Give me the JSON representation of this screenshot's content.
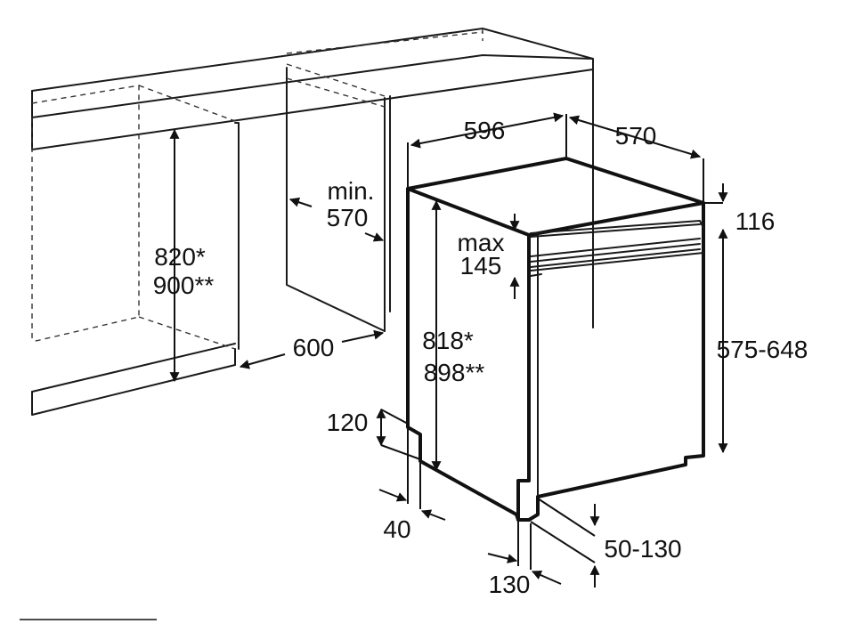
{
  "dimensions": {
    "width": "596",
    "depth": "570",
    "worktop_gap": "116",
    "niche_depth_min_label": "min.",
    "niche_depth_min_value": "570",
    "panel_gap_max_label": "max",
    "panel_gap_max_value": "145",
    "niche_height_1": "820*",
    "niche_height_2": "900**",
    "niche_width": "600",
    "appliance_height_1": "818*",
    "appliance_height_2": "898**",
    "panel_height": "575-648",
    "plinth_height": "120",
    "plinth_recess": "40",
    "plinth_depth": "50-130",
    "foot_offset": "130"
  },
  "colors": {
    "line": "#111111",
    "background": "#ffffff"
  }
}
